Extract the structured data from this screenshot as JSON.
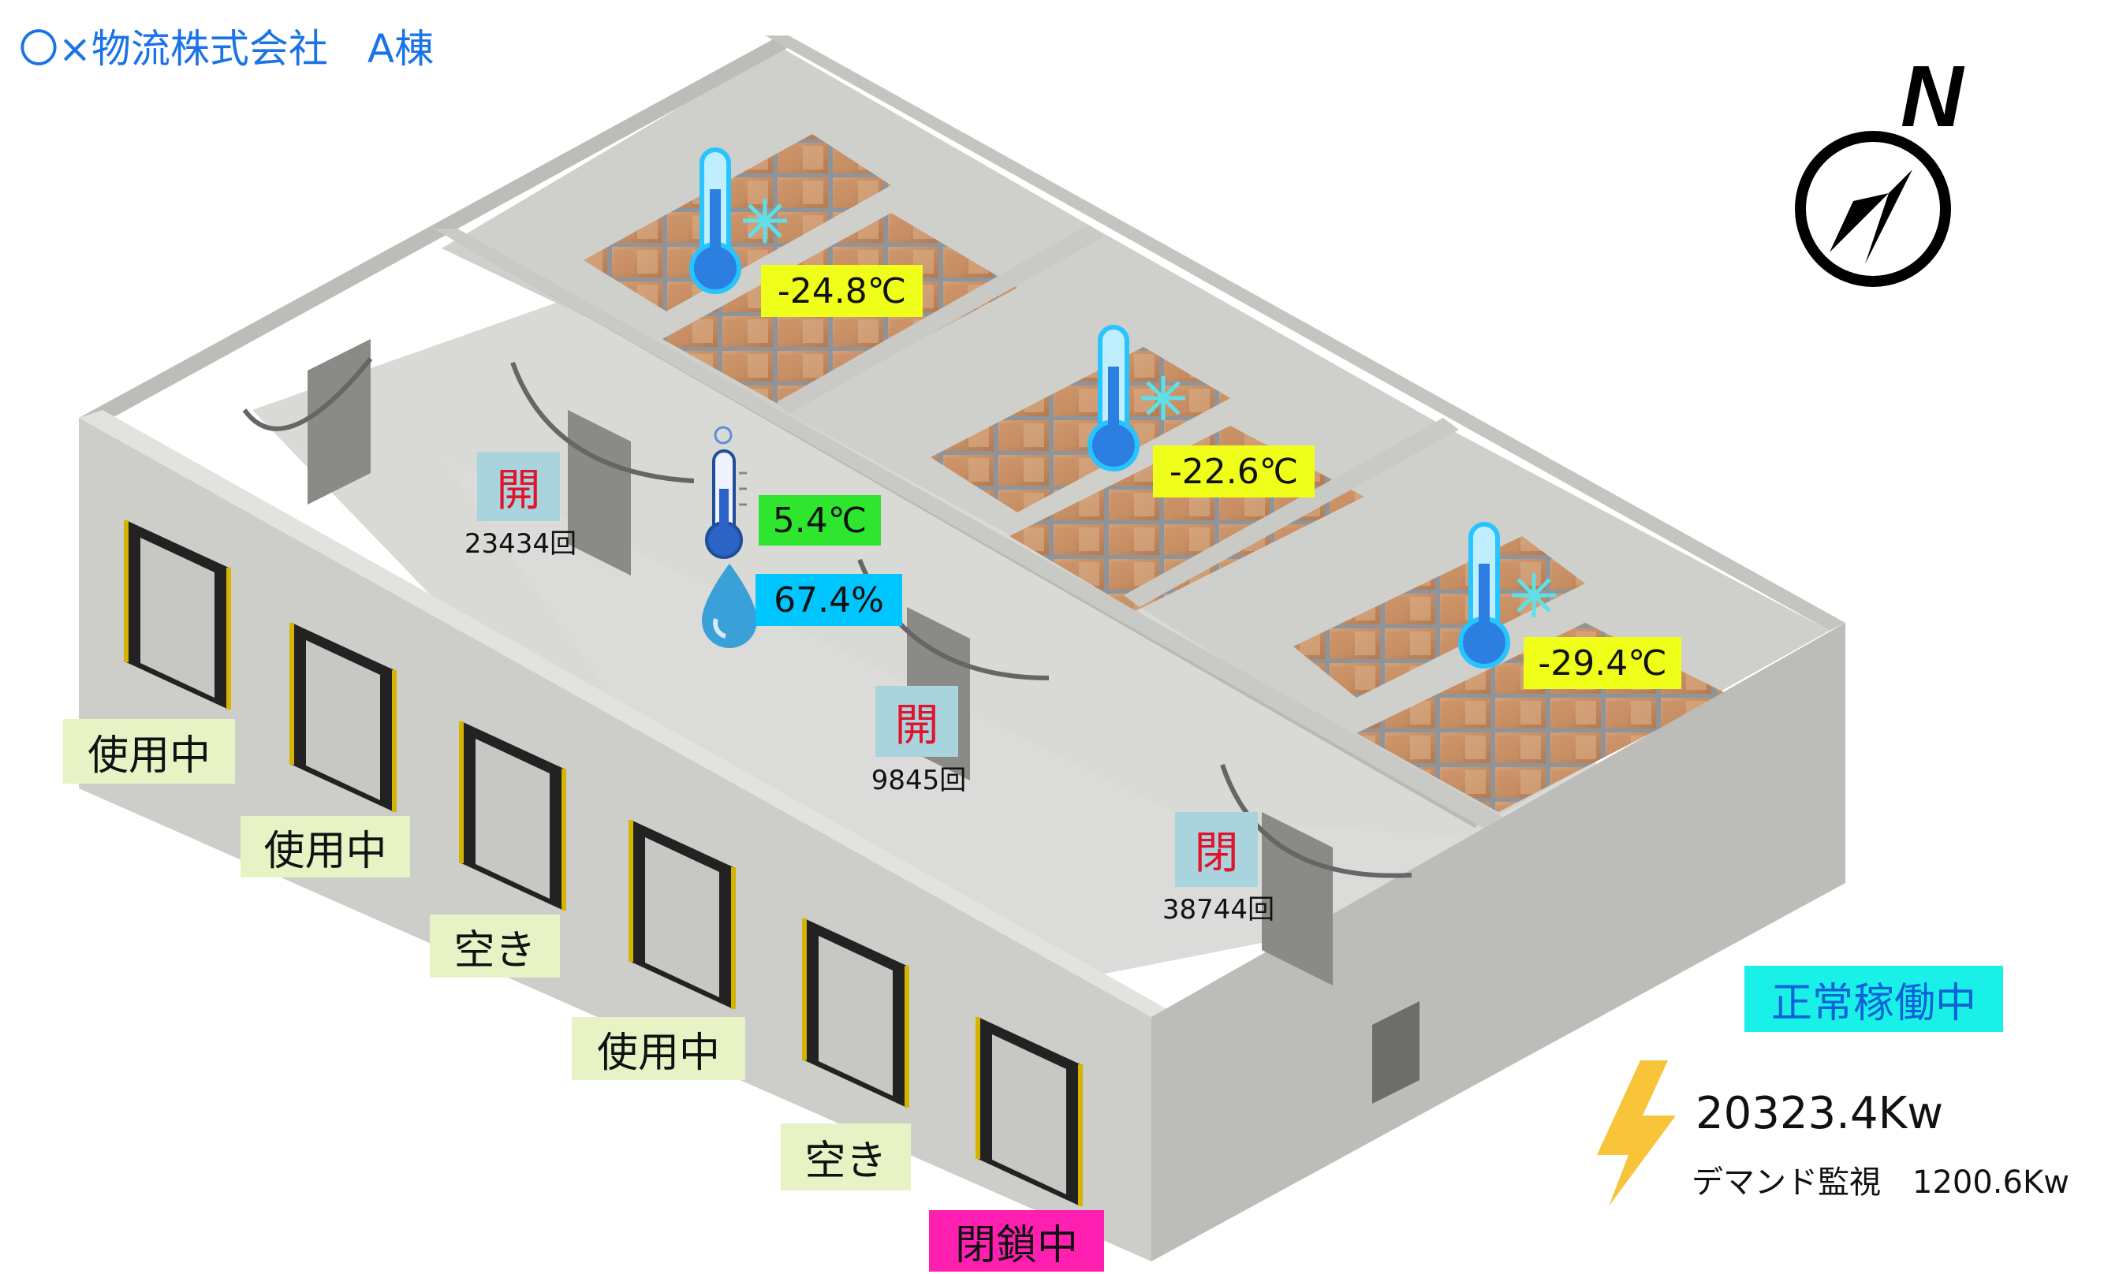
{
  "header": {
    "title": "〇×物流株式会社　A棟"
  },
  "compass": {
    "label": "N",
    "icon": "compass-north-icon"
  },
  "docks": [
    {
      "label": "使用中",
      "state": "in-use"
    },
    {
      "label": "使用中",
      "state": "in-use"
    },
    {
      "label": "空き",
      "state": "vacant"
    },
    {
      "label": "使用中",
      "state": "in-use"
    },
    {
      "label": "空き",
      "state": "vacant"
    },
    {
      "label": "閉鎖中",
      "state": "closed"
    }
  ],
  "doors": [
    {
      "status": "開",
      "count": "23434回"
    },
    {
      "status": "開",
      "count": "9845回"
    },
    {
      "status": "閉",
      "count": "38744回"
    }
  ],
  "freezers": [
    {
      "temperature": "-24.8℃",
      "icon": "thermometer-snowflake-icon"
    },
    {
      "temperature": "-22.6℃",
      "icon": "thermometer-snowflake-icon"
    },
    {
      "temperature": "-29.4℃",
      "icon": "thermometer-snowflake-icon"
    }
  ],
  "hall": {
    "temperature": "5.4℃",
    "humidity": "67.4%",
    "temp_icon": "thermometer-icon",
    "humidity_icon": "water-drop-icon"
  },
  "system": {
    "status": "正常稼働中",
    "power": "20323.4Kw",
    "demand": "デマンド監視　1200.6Kw",
    "power_icon": "lightning-icon"
  },
  "colors": {
    "title": "#1a73e8",
    "dock_label_bg": "#e7f3c4",
    "dock_closed_bg": "#ff1fb0",
    "door_box_bg": "#a9d4dd",
    "door_text": "#e0142b",
    "freezer_temp_bg": "#efff1a",
    "hall_temp_bg": "#2ee62e",
    "humidity_bg": "#00c6ff",
    "status_bg": "#19f0e7",
    "status_text": "#0c62d8",
    "lightning": "#f7c43a"
  }
}
